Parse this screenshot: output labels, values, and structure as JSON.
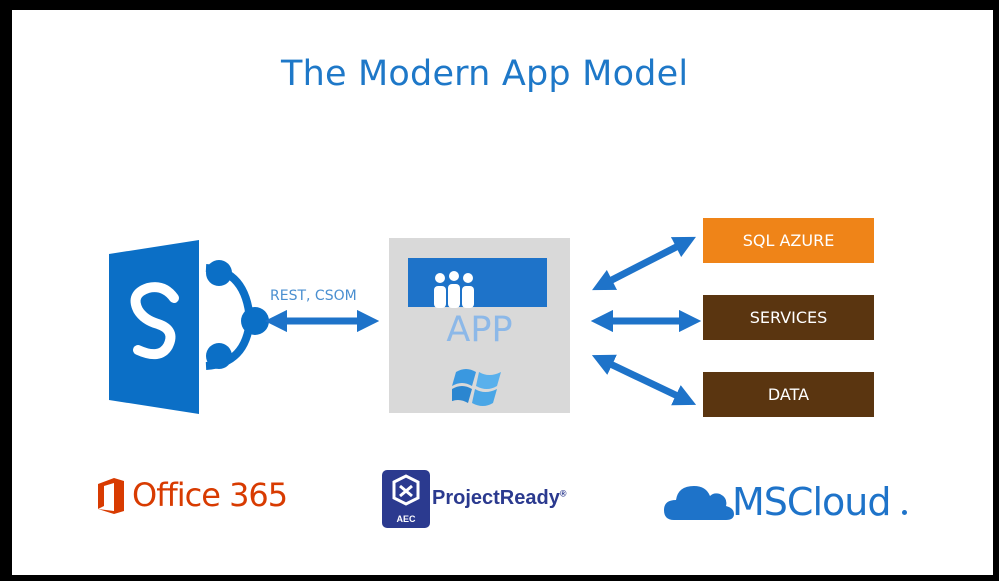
{
  "title": "The Modern App Model",
  "connector_label": "REST, CSOM",
  "app": {
    "label": "APP"
  },
  "services": [
    {
      "label": "SQL AZURE",
      "color": "#ef8418"
    },
    {
      "label": "SERVICES",
      "color": "#5a3510"
    },
    {
      "label": "DATA",
      "color": "#5a3510"
    }
  ],
  "logos": {
    "office": {
      "text": "Office 365",
      "color": "#d83b01"
    },
    "project_ready": {
      "text": "ProjectReady",
      "badge": "AEC",
      "color": "#2b3a8f"
    },
    "mscloud": {
      "text": "MSCloud",
      "color": "#1e73c9"
    }
  },
  "colors": {
    "accent": "#1e78c8",
    "arrow": "#1e73c9",
    "sharepoint": "#0b6fc6"
  }
}
